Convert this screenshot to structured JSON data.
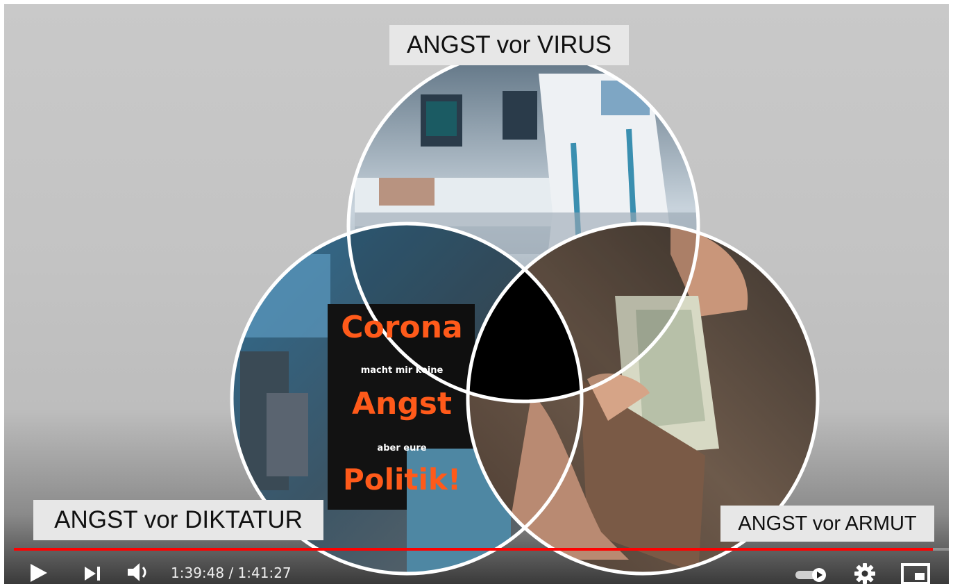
{
  "video": {
    "labels": {
      "virus": "ANGST vor VIRUS",
      "diktatur": "ANGST vor DIKTATUR",
      "armut": "ANGST vor ARMUT"
    },
    "sign": {
      "line1": "Corona",
      "line2": "macht mir keine",
      "line3": "Angst",
      "line4": "aber eure",
      "line5": "Politik!"
    }
  },
  "player": {
    "current_time": "1:39:48",
    "duration": "1:41:27",
    "time_display": "1:39:48 / 1:41:27",
    "progress": 0.983,
    "icons": [
      "play-icon",
      "next-icon",
      "volume-icon",
      "autoplay-toggle-icon",
      "settings-gear-icon",
      "miniplayer-icon"
    ],
    "accent_color": "#ff0000"
  }
}
